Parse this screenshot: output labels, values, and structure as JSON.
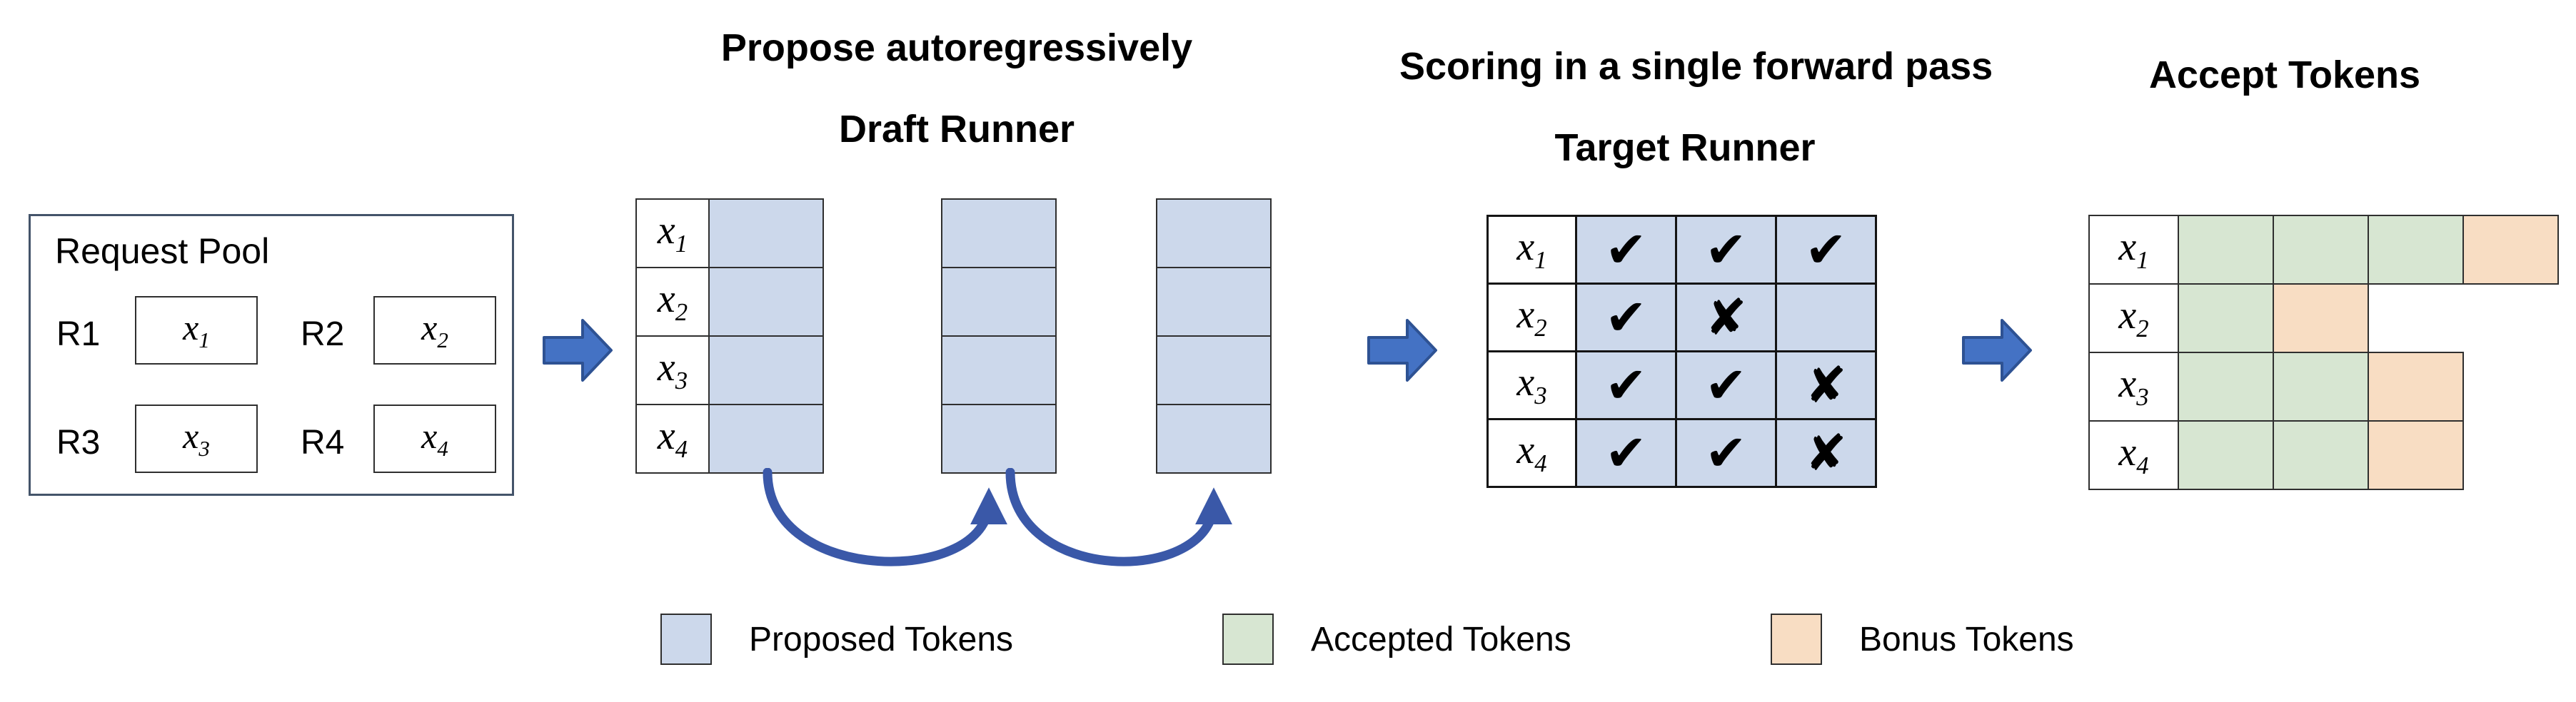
{
  "titles": {
    "propose": "Propose autoregressively",
    "draft_runner": "Draft Runner",
    "scoring": "Scoring in a single forward pass",
    "target_runner": "Target Runner",
    "accept_tokens": "Accept Tokens"
  },
  "request_pool": {
    "title": "Request Pool",
    "items": [
      {
        "label": "R1",
        "token_base": "x",
        "token_sub": "1"
      },
      {
        "label": "R2",
        "token_base": "x",
        "token_sub": "2"
      },
      {
        "label": "R3",
        "token_base": "x",
        "token_sub": "3"
      },
      {
        "label": "R4",
        "token_base": "x",
        "token_sub": "4"
      }
    ]
  },
  "tokens": [
    {
      "base": "x",
      "sub": "1"
    },
    {
      "base": "x",
      "sub": "2"
    },
    {
      "base": "x",
      "sub": "3"
    },
    {
      "base": "x",
      "sub": "4"
    }
  ],
  "scoring": {
    "grid": [
      [
        "✔",
        "✔",
        "✔"
      ],
      [
        "✔",
        "✘",
        ""
      ],
      [
        "✔",
        "✔",
        "✘"
      ],
      [
        "✔",
        "✔",
        "✘"
      ]
    ]
  },
  "accept": {
    "grid": [
      [
        "accepted",
        "accepted",
        "accepted",
        "bonus"
      ],
      [
        "accepted",
        "bonus"
      ],
      [
        "accepted",
        "accepted",
        "bonus"
      ],
      [
        "accepted",
        "accepted",
        "bonus"
      ]
    ]
  },
  "legend": [
    {
      "kind": "proposed",
      "label": "Proposed Tokens",
      "color": "#ccd8eb"
    },
    {
      "kind": "accepted",
      "label": "Accepted Tokens",
      "color": "#d7e6d2"
    },
    {
      "kind": "bonus",
      "label": "Bonus Tokens",
      "color": "#f8ddc3"
    }
  ],
  "colors": {
    "proposed": "#ccd8eb",
    "accepted": "#d7e6d2",
    "bonus": "#f8ddc3",
    "arrow": "#4472c4"
  }
}
